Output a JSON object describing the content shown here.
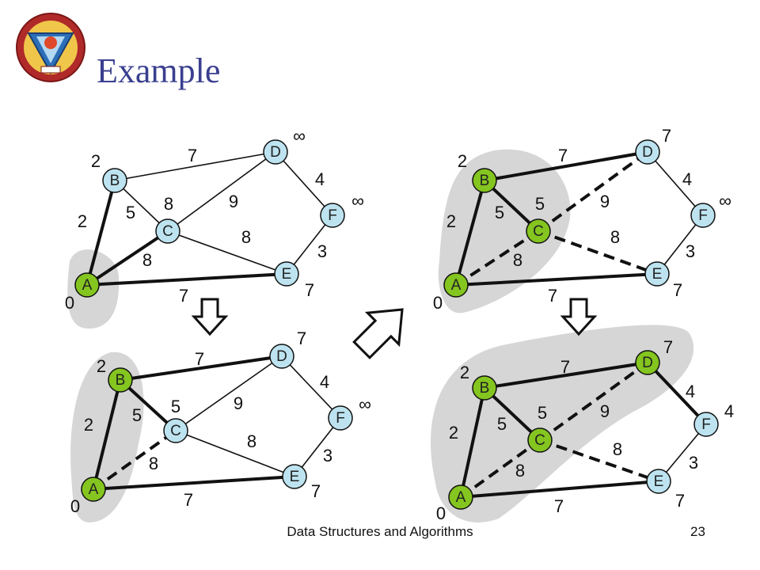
{
  "title": "Example",
  "footer": "Data Structures and Algorithms",
  "page_number": "23",
  "colors": {
    "title": "#3a3f8f",
    "node_default": "#bde3f0",
    "node_selected": "#84c51f",
    "shade": "#d6d6d6",
    "edge": "#111111"
  },
  "infinity_symbol": "∞",
  "panels": [
    {
      "node_labels": {
        "A": "A",
        "B": "B",
        "C": "C",
        "D": "D",
        "E": "E",
        "F": "F"
      },
      "selected_nodes": [
        "A"
      ],
      "distances": {
        "A": "0",
        "B": "2",
        "C": "8",
        "D": "∞",
        "E": "7",
        "F": "∞"
      },
      "edges": [
        {
          "from": "A",
          "to": "B",
          "weight": "2",
          "style": "tree"
        },
        {
          "from": "A",
          "to": "C",
          "weight": "8",
          "style": "tree"
        },
        {
          "from": "A",
          "to": "E",
          "weight": "7",
          "style": "tree"
        },
        {
          "from": "B",
          "to": "C",
          "weight": "5",
          "style": "normal"
        },
        {
          "from": "B",
          "to": "D",
          "weight": "7",
          "style": "normal"
        },
        {
          "from": "C",
          "to": "D",
          "weight": "9",
          "style": "normal"
        },
        {
          "from": "C",
          "to": "E",
          "weight": "8",
          "style": "normal"
        },
        {
          "from": "D",
          "to": "F",
          "weight": "4",
          "style": "normal"
        },
        {
          "from": "E",
          "to": "F",
          "weight": "3",
          "style": "normal"
        }
      ]
    },
    {
      "node_labels": {
        "A": "A",
        "B": "B",
        "C": "C",
        "D": "D",
        "E": "E",
        "F": "F"
      },
      "selected_nodes": [
        "A",
        "B",
        "C"
      ],
      "distances": {
        "A": "0",
        "B": "2",
        "C": "5",
        "D": "7",
        "E": "7",
        "F": "∞"
      },
      "edges": [
        {
          "from": "A",
          "to": "B",
          "weight": "2",
          "style": "tree"
        },
        {
          "from": "A",
          "to": "C",
          "weight": "8",
          "style": "dashed"
        },
        {
          "from": "A",
          "to": "E",
          "weight": "7",
          "style": "tree"
        },
        {
          "from": "B",
          "to": "C",
          "weight": "5",
          "style": "tree"
        },
        {
          "from": "B",
          "to": "D",
          "weight": "7",
          "style": "tree"
        },
        {
          "from": "C",
          "to": "D",
          "weight": "9",
          "style": "dashed"
        },
        {
          "from": "C",
          "to": "E",
          "weight": "8",
          "style": "dashed"
        },
        {
          "from": "D",
          "to": "F",
          "weight": "4",
          "style": "normal"
        },
        {
          "from": "E",
          "to": "F",
          "weight": "3",
          "style": "normal"
        }
      ]
    },
    {
      "node_labels": {
        "A": "A",
        "B": "B",
        "C": "C",
        "D": "D",
        "E": "E",
        "F": "F"
      },
      "selected_nodes": [
        "A",
        "B"
      ],
      "distances": {
        "A": "0",
        "B": "2",
        "C": "5",
        "D": "7",
        "E": "7",
        "F": "∞"
      },
      "edges": [
        {
          "from": "A",
          "to": "B",
          "weight": "2",
          "style": "tree"
        },
        {
          "from": "A",
          "to": "C",
          "weight": "8",
          "style": "dashed"
        },
        {
          "from": "A",
          "to": "E",
          "weight": "7",
          "style": "tree"
        },
        {
          "from": "B",
          "to": "C",
          "weight": "5",
          "style": "tree"
        },
        {
          "from": "B",
          "to": "D",
          "weight": "7",
          "style": "tree"
        },
        {
          "from": "C",
          "to": "D",
          "weight": "9",
          "style": "normal"
        },
        {
          "from": "C",
          "to": "E",
          "weight": "8",
          "style": "normal"
        },
        {
          "from": "D",
          "to": "F",
          "weight": "4",
          "style": "normal"
        },
        {
          "from": "E",
          "to": "F",
          "weight": "3",
          "style": "normal"
        }
      ]
    },
    {
      "node_labels": {
        "A": "A",
        "B": "B",
        "C": "C",
        "D": "D",
        "E": "E",
        "F": "F"
      },
      "selected_nodes": [
        "A",
        "B",
        "C",
        "D"
      ],
      "distances": {
        "A": "0",
        "B": "2",
        "C": "5",
        "D": "7",
        "E": "7",
        "F": "4"
      },
      "edges": [
        {
          "from": "A",
          "to": "B",
          "weight": "2",
          "style": "tree"
        },
        {
          "from": "A",
          "to": "C",
          "weight": "8",
          "style": "dashed"
        },
        {
          "from": "A",
          "to": "E",
          "weight": "7",
          "style": "tree"
        },
        {
          "from": "B",
          "to": "C",
          "weight": "5",
          "style": "tree"
        },
        {
          "from": "B",
          "to": "D",
          "weight": "7",
          "style": "tree"
        },
        {
          "from": "C",
          "to": "D",
          "weight": "9",
          "style": "dashed"
        },
        {
          "from": "C",
          "to": "E",
          "weight": "8",
          "style": "dashed"
        },
        {
          "from": "D",
          "to": "F",
          "weight": "4",
          "style": "tree"
        },
        {
          "from": "E",
          "to": "F",
          "weight": "3",
          "style": "normal"
        }
      ]
    }
  ]
}
